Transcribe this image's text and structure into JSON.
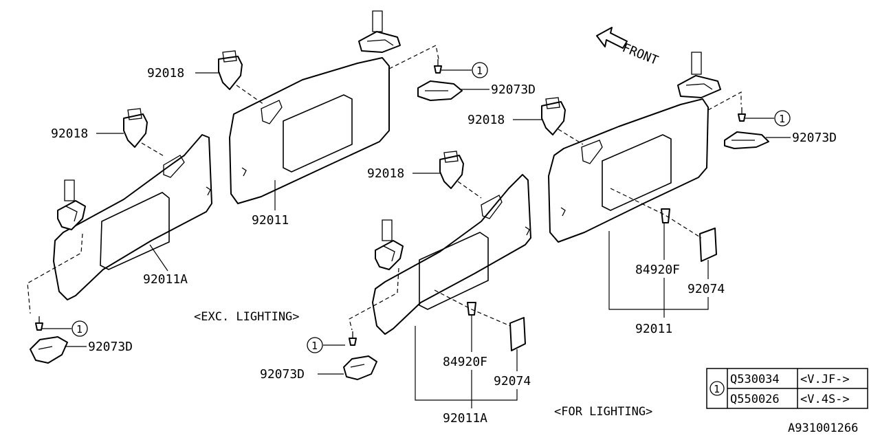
{
  "direction": {
    "label": "FRONT",
    "icon": "front-arrow-icon"
  },
  "callouts": {
    "visor_exc_right": "92011",
    "visor_exc_left": "92011A",
    "visor_for_right": "92011",
    "visor_for_left": "92011A",
    "clip_1": "92018",
    "clip_2": "92018",
    "clip_3": "92018",
    "clip_4": "92018",
    "hook_1": "92073D",
    "hook_2": "92073D",
    "hook_3": "92073D",
    "hook_4": "92073D",
    "lamp_1": "84920F",
    "lamp_2": "84920F",
    "lens_1": "92074",
    "lens_2": "92074",
    "screw_ref": "1"
  },
  "notes": {
    "exc_lighting": "<EXC. LIGHTING>",
    "for_lighting": "<FOR LIGHTING>"
  },
  "screw_table": {
    "ref": "1",
    "rows": [
      {
        "part": "Q530034",
        "applicability": "<V.JF->"
      },
      {
        "part": "Q550026",
        "applicability": "<V.4S->"
      }
    ]
  },
  "diagram_code": "A931001266"
}
